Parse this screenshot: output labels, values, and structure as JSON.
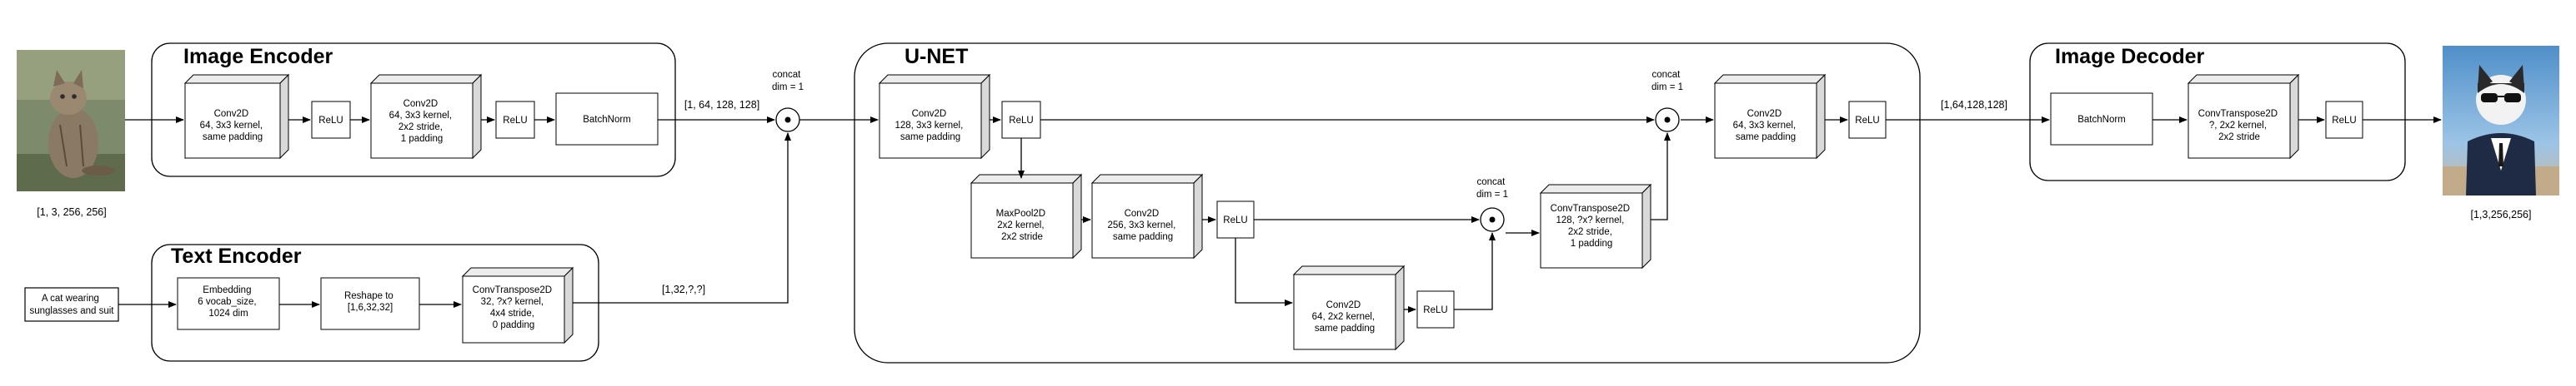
{
  "groups": {
    "image_encoder": "Image Encoder",
    "text_encoder": "Text Encoder",
    "unet": "U-NET",
    "image_decoder": "Image Decoder"
  },
  "inputs": {
    "image_dims": "[1, 3, 256, 256]",
    "text_prompt": [
      "A cat wearing",
      "sunglasses and suit"
    ],
    "output_dims": "[1,3,256,256]"
  },
  "image_encoder": {
    "conv1": [
      "Conv2D",
      "64, 3x3 kernel,",
      "same padding"
    ],
    "relu1": "ReLU",
    "conv2": [
      "Conv2D",
      "64, 3x3 kernel,",
      "2x2 stride,",
      "1 padding"
    ],
    "relu2": "ReLU",
    "batchnorm": "BatchNorm"
  },
  "text_encoder": {
    "embedding": [
      "Embedding",
      "6 vocab_size,",
      "1024 dim"
    ],
    "reshape": [
      "Reshape to",
      "[1,6,32,32]"
    ],
    "convT": [
      "ConvTranspose2D",
      "32, ?x? kernel,",
      "4x4 stride,",
      "0 padding"
    ]
  },
  "unet": {
    "conv_in": [
      "Conv2D",
      "128, 3x3 kernel,",
      "same padding"
    ],
    "relu_in": "ReLU",
    "maxpool": [
      "MaxPool2D",
      "2x2 kernel,",
      "2x2 stride"
    ],
    "conv_mid": [
      "Conv2D",
      "256, 3x3 kernel,",
      "same padding"
    ],
    "relu_mid": "ReLU",
    "conv_low": [
      "Conv2D",
      "64, 2x2 kernel,",
      "same padding"
    ],
    "relu_low": "ReLU",
    "convT_up": [
      "ConvTranspose2D",
      "128, ?x? kernel,",
      "2x2 stride,",
      "1 padding"
    ],
    "conv_out": [
      "Conv2D",
      "64, 3x3 kernel,",
      "same padding"
    ],
    "relu_out": "ReLU"
  },
  "image_decoder": {
    "batchnorm": "BatchNorm",
    "convT": [
      "ConvTranspose2D",
      "?, 2x2 kernel,",
      "2x2 stride"
    ],
    "relu": "ReLU"
  },
  "edge_labels": {
    "encoder_out": "[1, 64, 128, 128]",
    "text_out": "[1,32,?,?]",
    "unet_out": "[1,64,128,128]"
  },
  "concat_labels": {
    "concat_1": [
      "concat",
      "dim = 1"
    ],
    "concat_2": [
      "concat",
      "dim = 1"
    ],
    "concat_3": [
      "concat",
      "dim = 1"
    ]
  },
  "colors": {
    "stroke": "#000000",
    "box_fill": "#ffffff",
    "cube_side": "#d9d9d9",
    "cube_top": "#ececec"
  }
}
